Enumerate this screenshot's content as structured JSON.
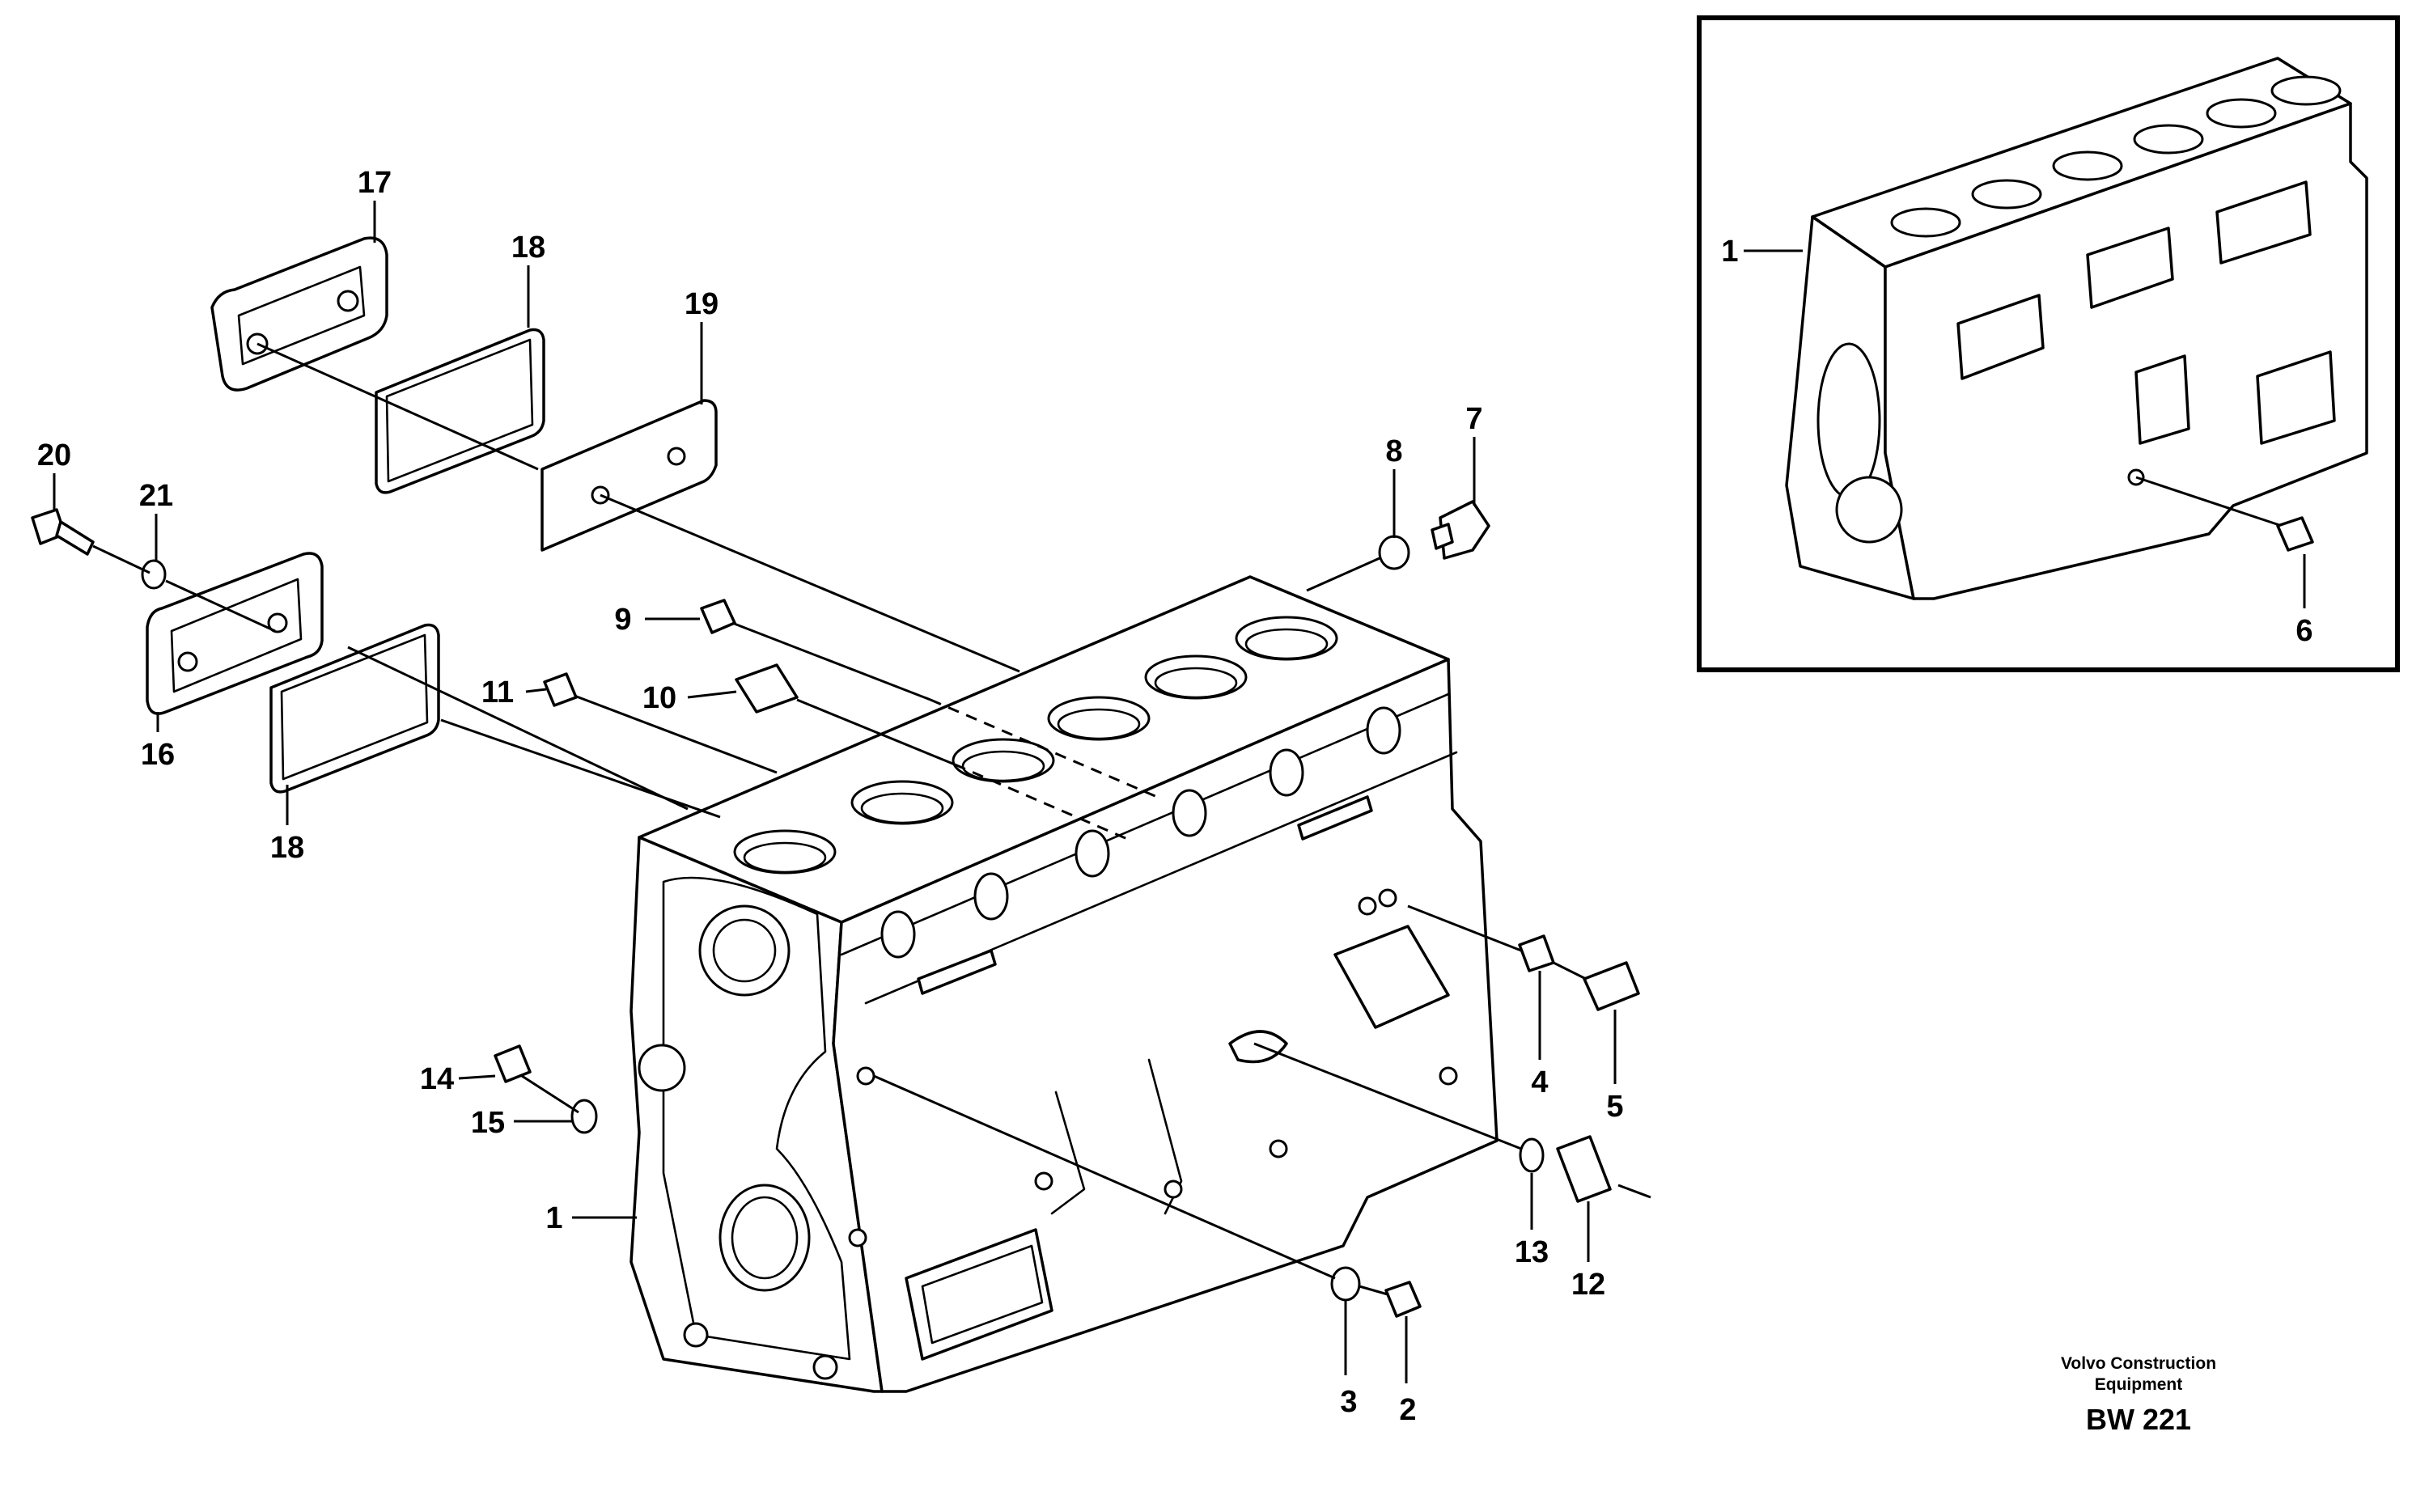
{
  "callouts": {
    "c1": "1",
    "c2": "2",
    "c3": "3",
    "c4": "4",
    "c5": "5",
    "c6": "6",
    "c7": "7",
    "c8": "8",
    "c9": "9",
    "c10": "10",
    "c11": "11",
    "c12": "12",
    "c13": "13",
    "c14": "14",
    "c15": "15",
    "c16": "16",
    "c17": "17",
    "c18a": "18",
    "c18b": "18",
    "c19": "19",
    "c20": "20",
    "c21": "21",
    "inset_c1": "1",
    "inset_c6": "6"
  },
  "footer": {
    "company_line1": "Volvo Construction",
    "company_line2": "Equipment",
    "figure_code": "BW 221"
  }
}
